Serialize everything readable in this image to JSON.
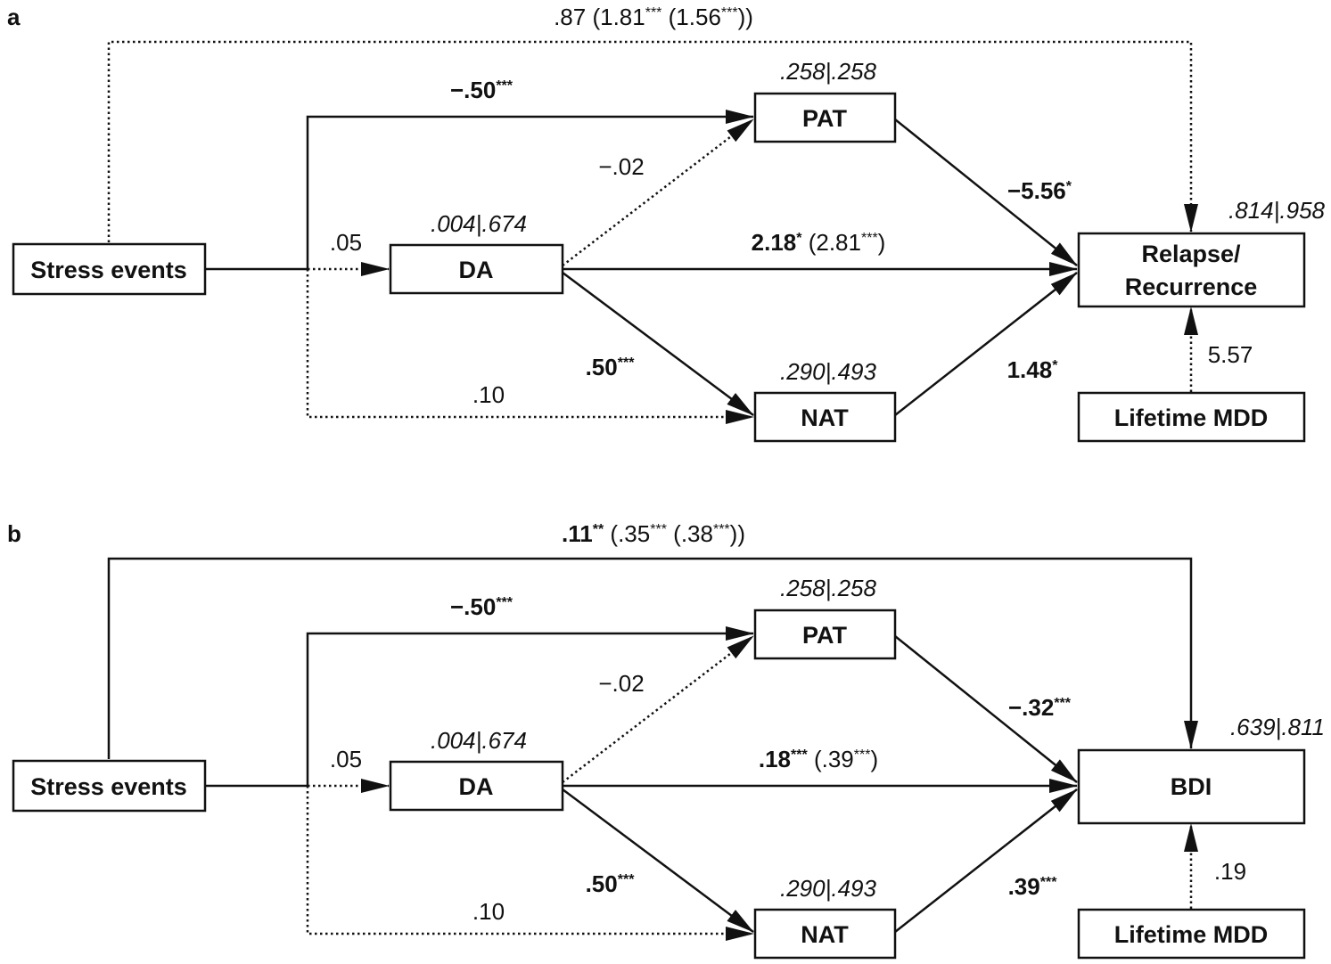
{
  "panels": [
    {
      "label": "a",
      "nodes": {
        "stress": "Stress events",
        "da": "DA",
        "pat": "PAT",
        "nat": "NAT",
        "outcome_line1": "Relapse/",
        "outcome_line2": "Recurrence",
        "mdd": "Lifetime MDD"
      },
      "r2": {
        "da": [
          ".004",
          ".674"
        ],
        "pat": [
          ".258",
          ".258"
        ],
        "nat": [
          ".290",
          ".493"
        ],
        "outcome": [
          ".814",
          ".958"
        ]
      },
      "paths": {
        "stress_outcome": {
          "value": ".87",
          "sig": "",
          "bold": false,
          "line": "dotted",
          "extra": [
            {
              "value": "1.81",
              "sig": "***"
            },
            {
              "value": "1.56",
              "sig": "***"
            }
          ]
        },
        "stress_pat": {
          "value": "−.50",
          "sig": "***",
          "bold": true,
          "line": "solid"
        },
        "stress_da": {
          "value": ".05",
          "sig": "",
          "bold": false,
          "line": "dotted"
        },
        "stress_nat": {
          "value": ".10",
          "sig": "",
          "bold": false,
          "line": "dotted"
        },
        "da_pat": {
          "value": "−.02",
          "sig": "",
          "bold": false,
          "line": "dotted"
        },
        "da_nat": {
          "value": ".50",
          "sig": "***",
          "bold": true,
          "line": "solid"
        },
        "da_outcome": {
          "value": "2.18",
          "sig": "*",
          "bold": true,
          "line": "solid",
          "extra": [
            {
              "value": "2.81",
              "sig": "***"
            }
          ]
        },
        "pat_outcome": {
          "value": "−5.56",
          "sig": "*",
          "bold": true,
          "line": "solid"
        },
        "nat_outcome": {
          "value": "1.48",
          "sig": "*",
          "bold": true,
          "line": "solid"
        },
        "mdd_outcome": {
          "value": "5.57",
          "sig": "",
          "bold": false,
          "line": "dotted"
        }
      }
    },
    {
      "label": "b",
      "nodes": {
        "stress": "Stress events",
        "da": "DA",
        "pat": "PAT",
        "nat": "NAT",
        "outcome_line1": "BDI",
        "outcome_line2": "",
        "mdd": "Lifetime MDD"
      },
      "r2": {
        "da": [
          ".004",
          ".674"
        ],
        "pat": [
          ".258",
          ".258"
        ],
        "nat": [
          ".290",
          ".493"
        ],
        "outcome": [
          ".639",
          ".811"
        ]
      },
      "paths": {
        "stress_outcome": {
          "value": ".11",
          "sig": "**",
          "bold": true,
          "line": "solid",
          "extra": [
            {
              "value": ".35",
              "sig": "***"
            },
            {
              "value": ".38",
              "sig": "***"
            }
          ]
        },
        "stress_pat": {
          "value": "−.50",
          "sig": "***",
          "bold": true,
          "line": "solid"
        },
        "stress_da": {
          "value": ".05",
          "sig": "",
          "bold": false,
          "line": "dotted"
        },
        "stress_nat": {
          "value": ".10",
          "sig": "",
          "bold": false,
          "line": "dotted"
        },
        "da_pat": {
          "value": "−.02",
          "sig": "",
          "bold": false,
          "line": "dotted"
        },
        "da_nat": {
          "value": ".50",
          "sig": "***",
          "bold": true,
          "line": "solid"
        },
        "da_outcome": {
          "value": ".18",
          "sig": "***",
          "bold": true,
          "line": "solid",
          "extra": [
            {
              "value": ".39",
              "sig": "***"
            }
          ]
        },
        "pat_outcome": {
          "value": "−.32",
          "sig": "***",
          "bold": true,
          "line": "solid"
        },
        "nat_outcome": {
          "value": ".39",
          "sig": "***",
          "bold": true,
          "line": "solid"
        },
        "mdd_outcome": {
          "value": ".19",
          "sig": "",
          "bold": false,
          "line": "dotted"
        }
      }
    }
  ]
}
